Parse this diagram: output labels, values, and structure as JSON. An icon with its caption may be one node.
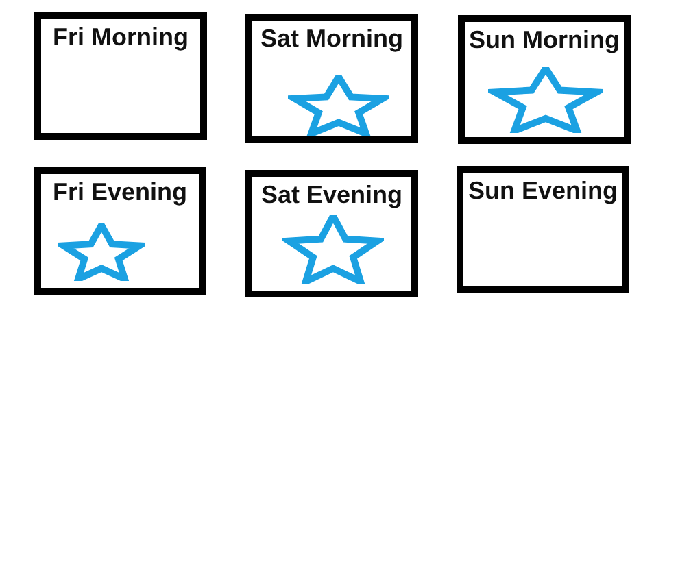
{
  "diagram": {
    "nodes": [
      {
        "text": [
          "Fri Morning"
        ]
      },
      {
        "text": [
          "Sat Morning"
        ]
      },
      {
        "text": [],
        "shape": "star",
        "in": 1
      },
      {
        "text": [
          "Sun Morning"
        ]
      },
      {
        "text": [],
        "shape": "star",
        "in": 3
      },
      {
        "text": [
          "Fri Evening"
        ]
      },
      {
        "text": [],
        "shape": "star",
        "in": 5
      },
      {
        "text": [
          "Sat Evening"
        ]
      },
      {
        "text": [],
        "shape": "star",
        "in": 7
      },
      {
        "text": [
          "Sun Evening"
        ]
      }
    ]
  }
}
